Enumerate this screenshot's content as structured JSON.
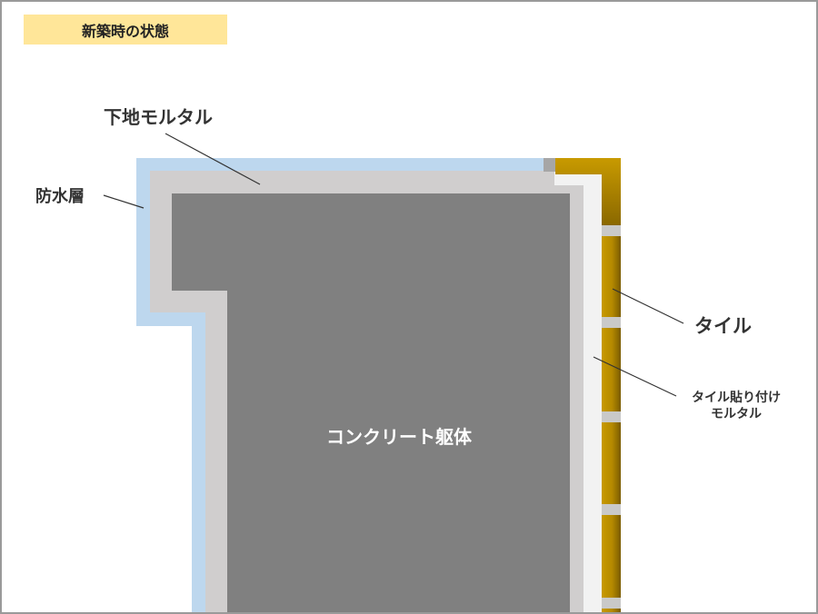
{
  "header": {
    "title": "新築時の状態"
  },
  "labels": {
    "base_mortar": "下地モルタル",
    "waterproof_layer": "防水層",
    "tile": "タイル",
    "tile_adhesive_line1": "タイル貼り付け",
    "tile_adhesive_line2": "モルタル",
    "concrete": "コンクリート躯体"
  },
  "colors": {
    "background": "#ffffff",
    "title_badge": "#ffe699",
    "waterproof": "#bdd7ee",
    "mortar": "#d0cece",
    "concrete": "#808080",
    "adhesive_mortar": "#f2f2f2",
    "tile_dark": "#8a6800",
    "tile_mid": "#bf9000",
    "joint": "#c9c9c9",
    "leader": "#333333"
  },
  "icons": {
    "corner_joint": "gray-square"
  }
}
